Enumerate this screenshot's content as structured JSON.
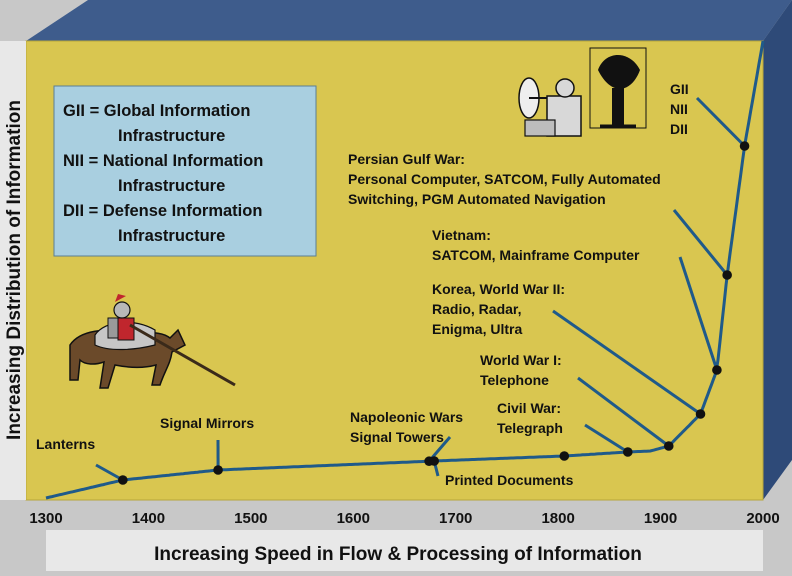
{
  "chart_data": {
    "type": "line",
    "xlabel": "Increasing Speed in Flow & Processing of Information",
    "ylabel": "Increasing Distribution of Information",
    "xlim": [
      1300,
      2000
    ],
    "x_ticks": [
      "1300",
      "1400",
      "1500",
      "1600",
      "1700",
      "1800",
      "1900",
      "2000"
    ],
    "grid": false,
    "legend_placement": "top-left",
    "legend_lines": [
      "GII = Global Information",
      "Infrastructure",
      "NII = National Information",
      "Infrastructure",
      "DII = Defense Information",
      "Infrastructure"
    ],
    "points": [
      {
        "x": 1375,
        "label": [
          "Lanterns"
        ]
      },
      {
        "x": 1468,
        "label": [
          "Signal Mirrors"
        ]
      },
      {
        "x": 1674,
        "label": [
          "Napoleonic Wars",
          "Signal Towers"
        ]
      },
      {
        "x": 1679,
        "label": [
          "Printed Documents"
        ]
      },
      {
        "x": 1806,
        "label": []
      },
      {
        "x": 1868,
        "label": [
          "Civil War:",
          "Telegraph"
        ]
      },
      {
        "x": 1908,
        "label": [
          "World War I:",
          "Telephone"
        ]
      },
      {
        "x": 1939,
        "label": [
          "Korea, World War II:",
          "Radio, Radar,",
          "Enigma, Ultra"
        ]
      },
      {
        "x": 1955,
        "label": [
          "Vietnam:",
          "SATCOM, Mainframe Computer"
        ]
      },
      {
        "x": 1965,
        "label": [
          "Persian Gulf War:",
          "Personal Computer, SATCOM, Fully Automated",
          "Switching, PGM Automated Navigation"
        ]
      },
      {
        "x": 1982,
        "label": [
          "GII",
          "NII",
          "DII"
        ]
      }
    ],
    "colors": {
      "plot_face": "#d9c650",
      "box_top": "#3e5c8c",
      "box_side": "#2e4a78",
      "line": "#1f5a8a",
      "legend_fill": "#a9cfe0",
      "point": "#111111"
    }
  },
  "icons": [
    "knight-on-horse-icon",
    "satellite-dish-operator-icon",
    "radar-dish-icon"
  ]
}
